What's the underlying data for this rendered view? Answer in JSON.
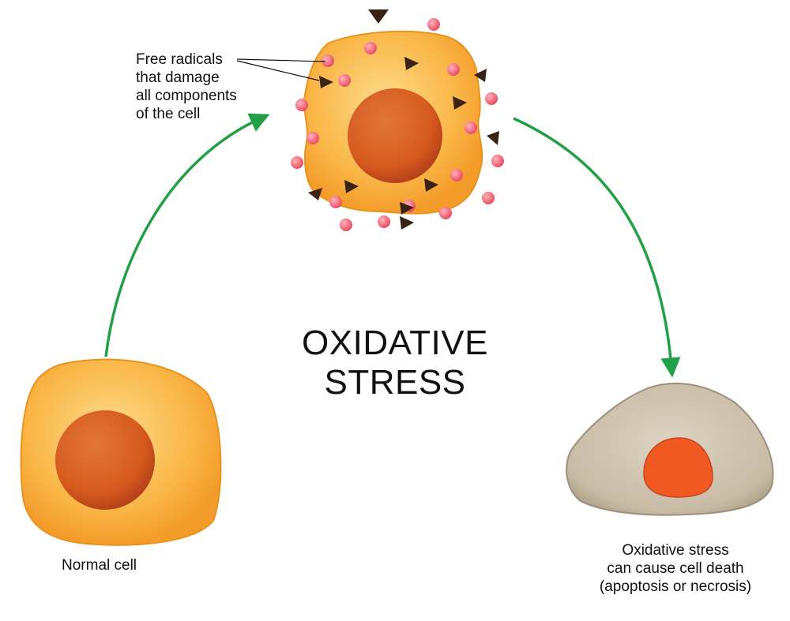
{
  "title": {
    "line1": "OXIDATIVE",
    "line2": "STRESS"
  },
  "labels": {
    "free_radicals": [
      "Free radicals",
      "that damage",
      "all components",
      "of the cell"
    ],
    "normal_cell": "Normal cell",
    "cell_death": [
      "Oxidative stress",
      "can cause cell death",
      "(apoptosis or necrosis)"
    ]
  },
  "colors": {
    "cytoplasm": "#f7a836",
    "cytoplasm_light": "#fdd27a",
    "nucleus": "#d65a1e",
    "nucleus_dark": "#b8431a",
    "dead_cytoplasm": "#c9bca8",
    "dead_nucleus": "#f05a22",
    "radical": "#f26d7d",
    "triangle": "#3a2215",
    "arrow": "#23a047"
  }
}
